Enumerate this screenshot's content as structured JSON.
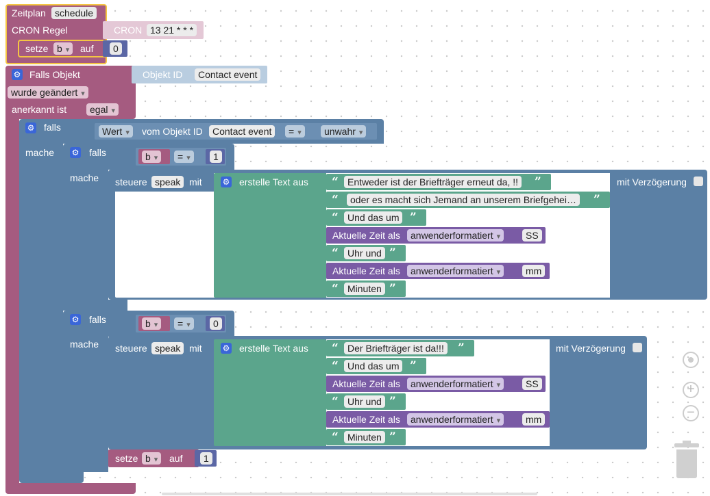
{
  "schedule": {
    "title": "Zeitplan",
    "name": "schedule",
    "cron_label": "CRON Regel",
    "cron_tag": "CRON",
    "cron_value": "13 21 * * *",
    "set_label": "setze",
    "set_var": "b",
    "set_to": "auf",
    "set_value": "0"
  },
  "trigger": {
    "title": "Falls Objekt",
    "obj_label": "Objekt ID",
    "obj_value": "Contact event",
    "changed": "wurde geändert",
    "ack_label": "anerkannt ist",
    "ack_value": "egal"
  },
  "if_outer": {
    "if_label": "falls",
    "do_label": "mache",
    "value_label": "Wert",
    "from_obj": "vom Objekt ID",
    "obj_value": "Contact event",
    "op": "=",
    "compare": "unwahr"
  },
  "if_one": {
    "if_label": "falls",
    "do_label": "mache",
    "var": "b",
    "op": "=",
    "value": "1",
    "speak_label": "steuere",
    "speak_target": "speak",
    "speak_with": "mit",
    "create_text": "erstelle Text aus",
    "delay_label": "mit Verzögerung",
    "texts": [
      "Entweder ist der Briefträger erneut da, !!",
      "oder es macht sich Jemand an unserem Briefgehei…",
      "Und das um",
      "Uhr und",
      "Minuten"
    ],
    "time_label": "Aktuelle Zeit als",
    "time_format": "anwenderformatiert",
    "time_hours": "SS",
    "time_minutes": "mm"
  },
  "if_zero": {
    "if_label": "falls",
    "do_label": "mache",
    "var": "b",
    "op": "=",
    "value": "0",
    "speak_label": "steuere",
    "speak_target": "speak",
    "speak_with": "mit",
    "create_text": "erstelle Text aus",
    "delay_label": "mit Verzögerung",
    "texts": [
      "Der Briefträger ist da!!!",
      "Und das um",
      "Uhr und",
      "Minuten"
    ],
    "time_label": "Aktuelle Zeit als",
    "time_format": "anwenderformatiert",
    "time_hours": "SS",
    "time_minutes": "mm",
    "set_label": "setze",
    "set_var": "b",
    "set_to": "auf",
    "set_value": "1"
  },
  "colors": {
    "trigger": "#a55b80",
    "logic": "#5b80a5",
    "text": "#5ba58c",
    "time": "#7a5ba5",
    "number": "#5b67a5",
    "highlight": "#f5c542"
  },
  "icons": [
    "gear-icon",
    "quote-open-icon",
    "quote-close-icon",
    "center-icon",
    "zoom-in-icon",
    "zoom-out-icon",
    "trash-icon"
  ]
}
